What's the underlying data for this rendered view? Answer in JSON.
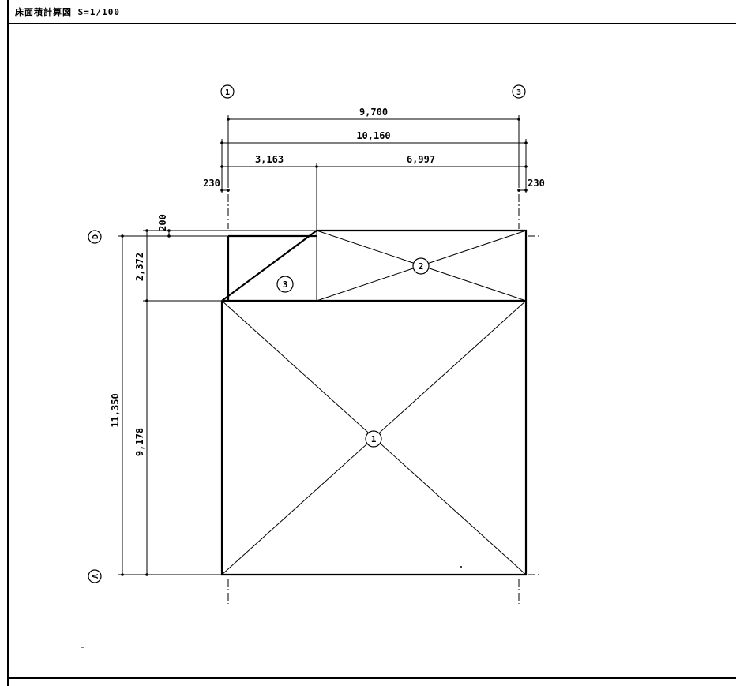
{
  "title": "床面積計算図 S=1/100",
  "grid": {
    "col_1": "1",
    "col_3": "3",
    "row_d": "D",
    "row_a": "A"
  },
  "dims": {
    "overall_width": "9,700",
    "outer_width": "10,160",
    "left_span": "3,163",
    "right_span": "6,997",
    "left_offset": "230",
    "right_offset": "230",
    "top_offset": "200",
    "upper_depth": "2,372",
    "total_depth": "11,350",
    "lower_depth": "9,178"
  },
  "areas": {
    "area_1": "1",
    "area_2": "2",
    "area_3": "3"
  }
}
